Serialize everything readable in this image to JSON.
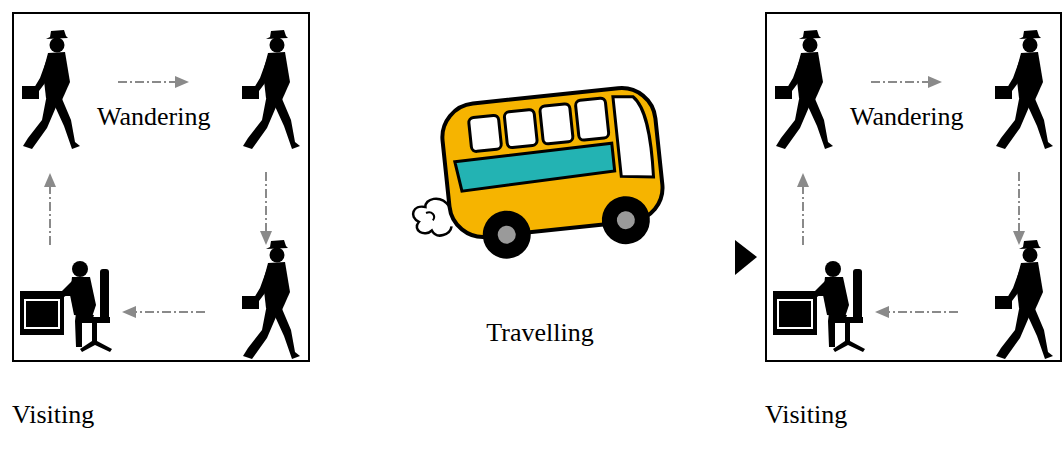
{
  "diagram": {
    "nodes": [
      {
        "text": [
          "Wandering",
          "Visiting"
        ]
      },
      {
        "text": [
          "Wandering",
          "Visiting"
        ]
      }
    ],
    "labels": [
      "Travelling"
    ]
  }
}
